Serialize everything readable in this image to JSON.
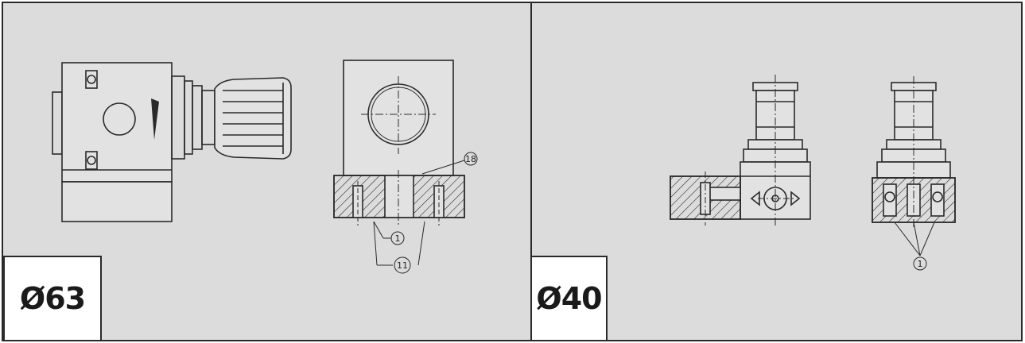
{
  "panels": [
    {
      "size_label": "Ø63",
      "callouts": [
        "18",
        "1",
        "11"
      ]
    },
    {
      "size_label": "Ø40",
      "callouts": [
        "1"
      ]
    }
  ],
  "colors": {
    "panel_background": "#dcdcdc",
    "line": "#2a2a2a",
    "label_box": "#ffffff"
  }
}
